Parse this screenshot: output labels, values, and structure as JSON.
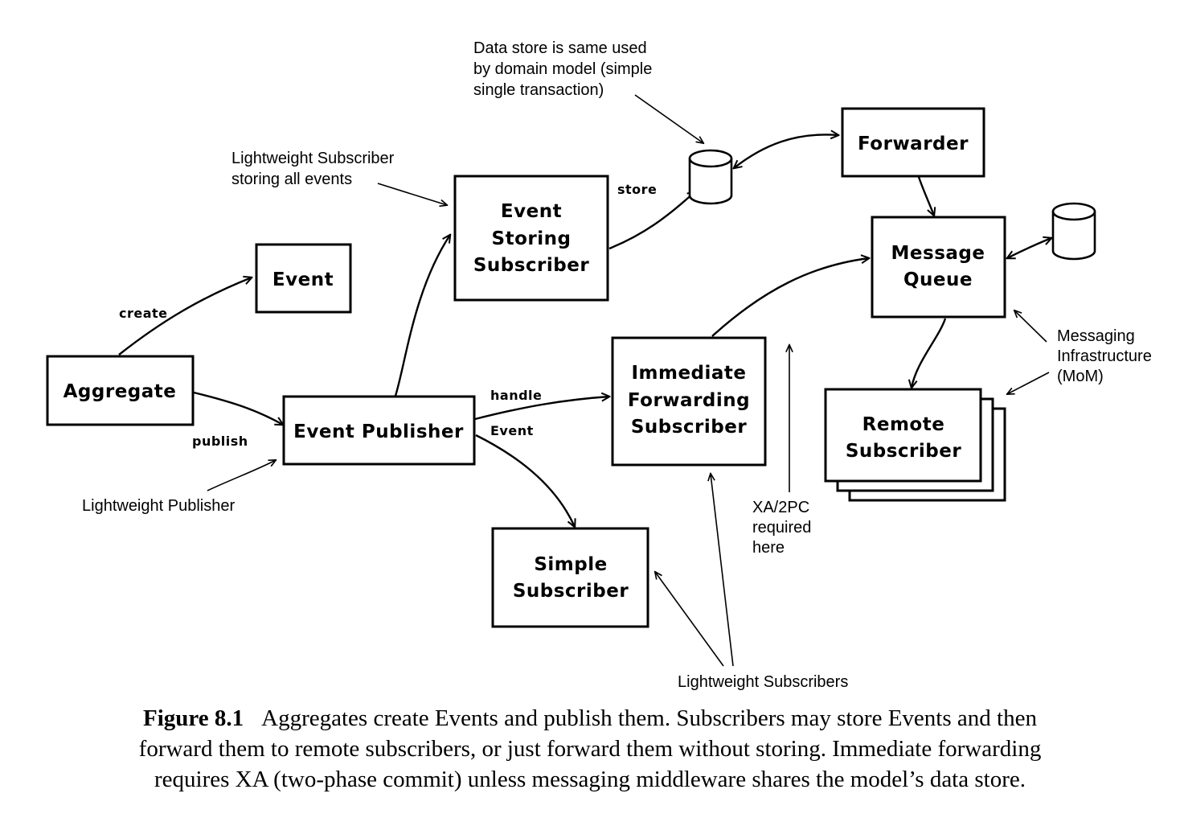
{
  "nodes": {
    "aggregate": "Aggregate",
    "event": "Event",
    "event_publisher": "Event Publisher",
    "event_storing_subscriber": [
      "Event",
      "Storing",
      "Subscriber"
    ],
    "simple_subscriber": [
      "Simple",
      "Subscriber"
    ],
    "immediate_forwarding_subscriber": [
      "Immediate",
      "Forwarding",
      "Subscriber"
    ],
    "forwarder": "Forwarder",
    "message_queue": [
      "Message",
      "Queue"
    ],
    "remote_subscriber": [
      "Remote",
      "Subscriber"
    ]
  },
  "edge_labels": {
    "create": "create",
    "publish": "publish",
    "handle": "handle",
    "event": "Event",
    "store": "store"
  },
  "annotations": {
    "data_store": [
      "Data store is same used",
      "by domain model (simple",
      "single transaction)"
    ],
    "lightweight_subscriber_storing": [
      "Lightweight Subscriber",
      "storing all events"
    ],
    "lightweight_publisher": "Lightweight Publisher",
    "xa_2pc": [
      "XA/2PC",
      "required",
      "here"
    ],
    "messaging_infrastructure": [
      "Messaging",
      "Infrastructure",
      "(MoM)"
    ],
    "lightweight_subscribers": "Lightweight Subscribers"
  },
  "caption": {
    "number": "Figure 8.1",
    "lines": [
      "Aggregates create Events and publish them. Subscribers may store Events and then",
      "forward them to remote subscribers, or just forward them without storing. Immediate forwarding",
      "requires XA (two-phase commit) unless messaging middleware shares the model’s data store."
    ]
  }
}
